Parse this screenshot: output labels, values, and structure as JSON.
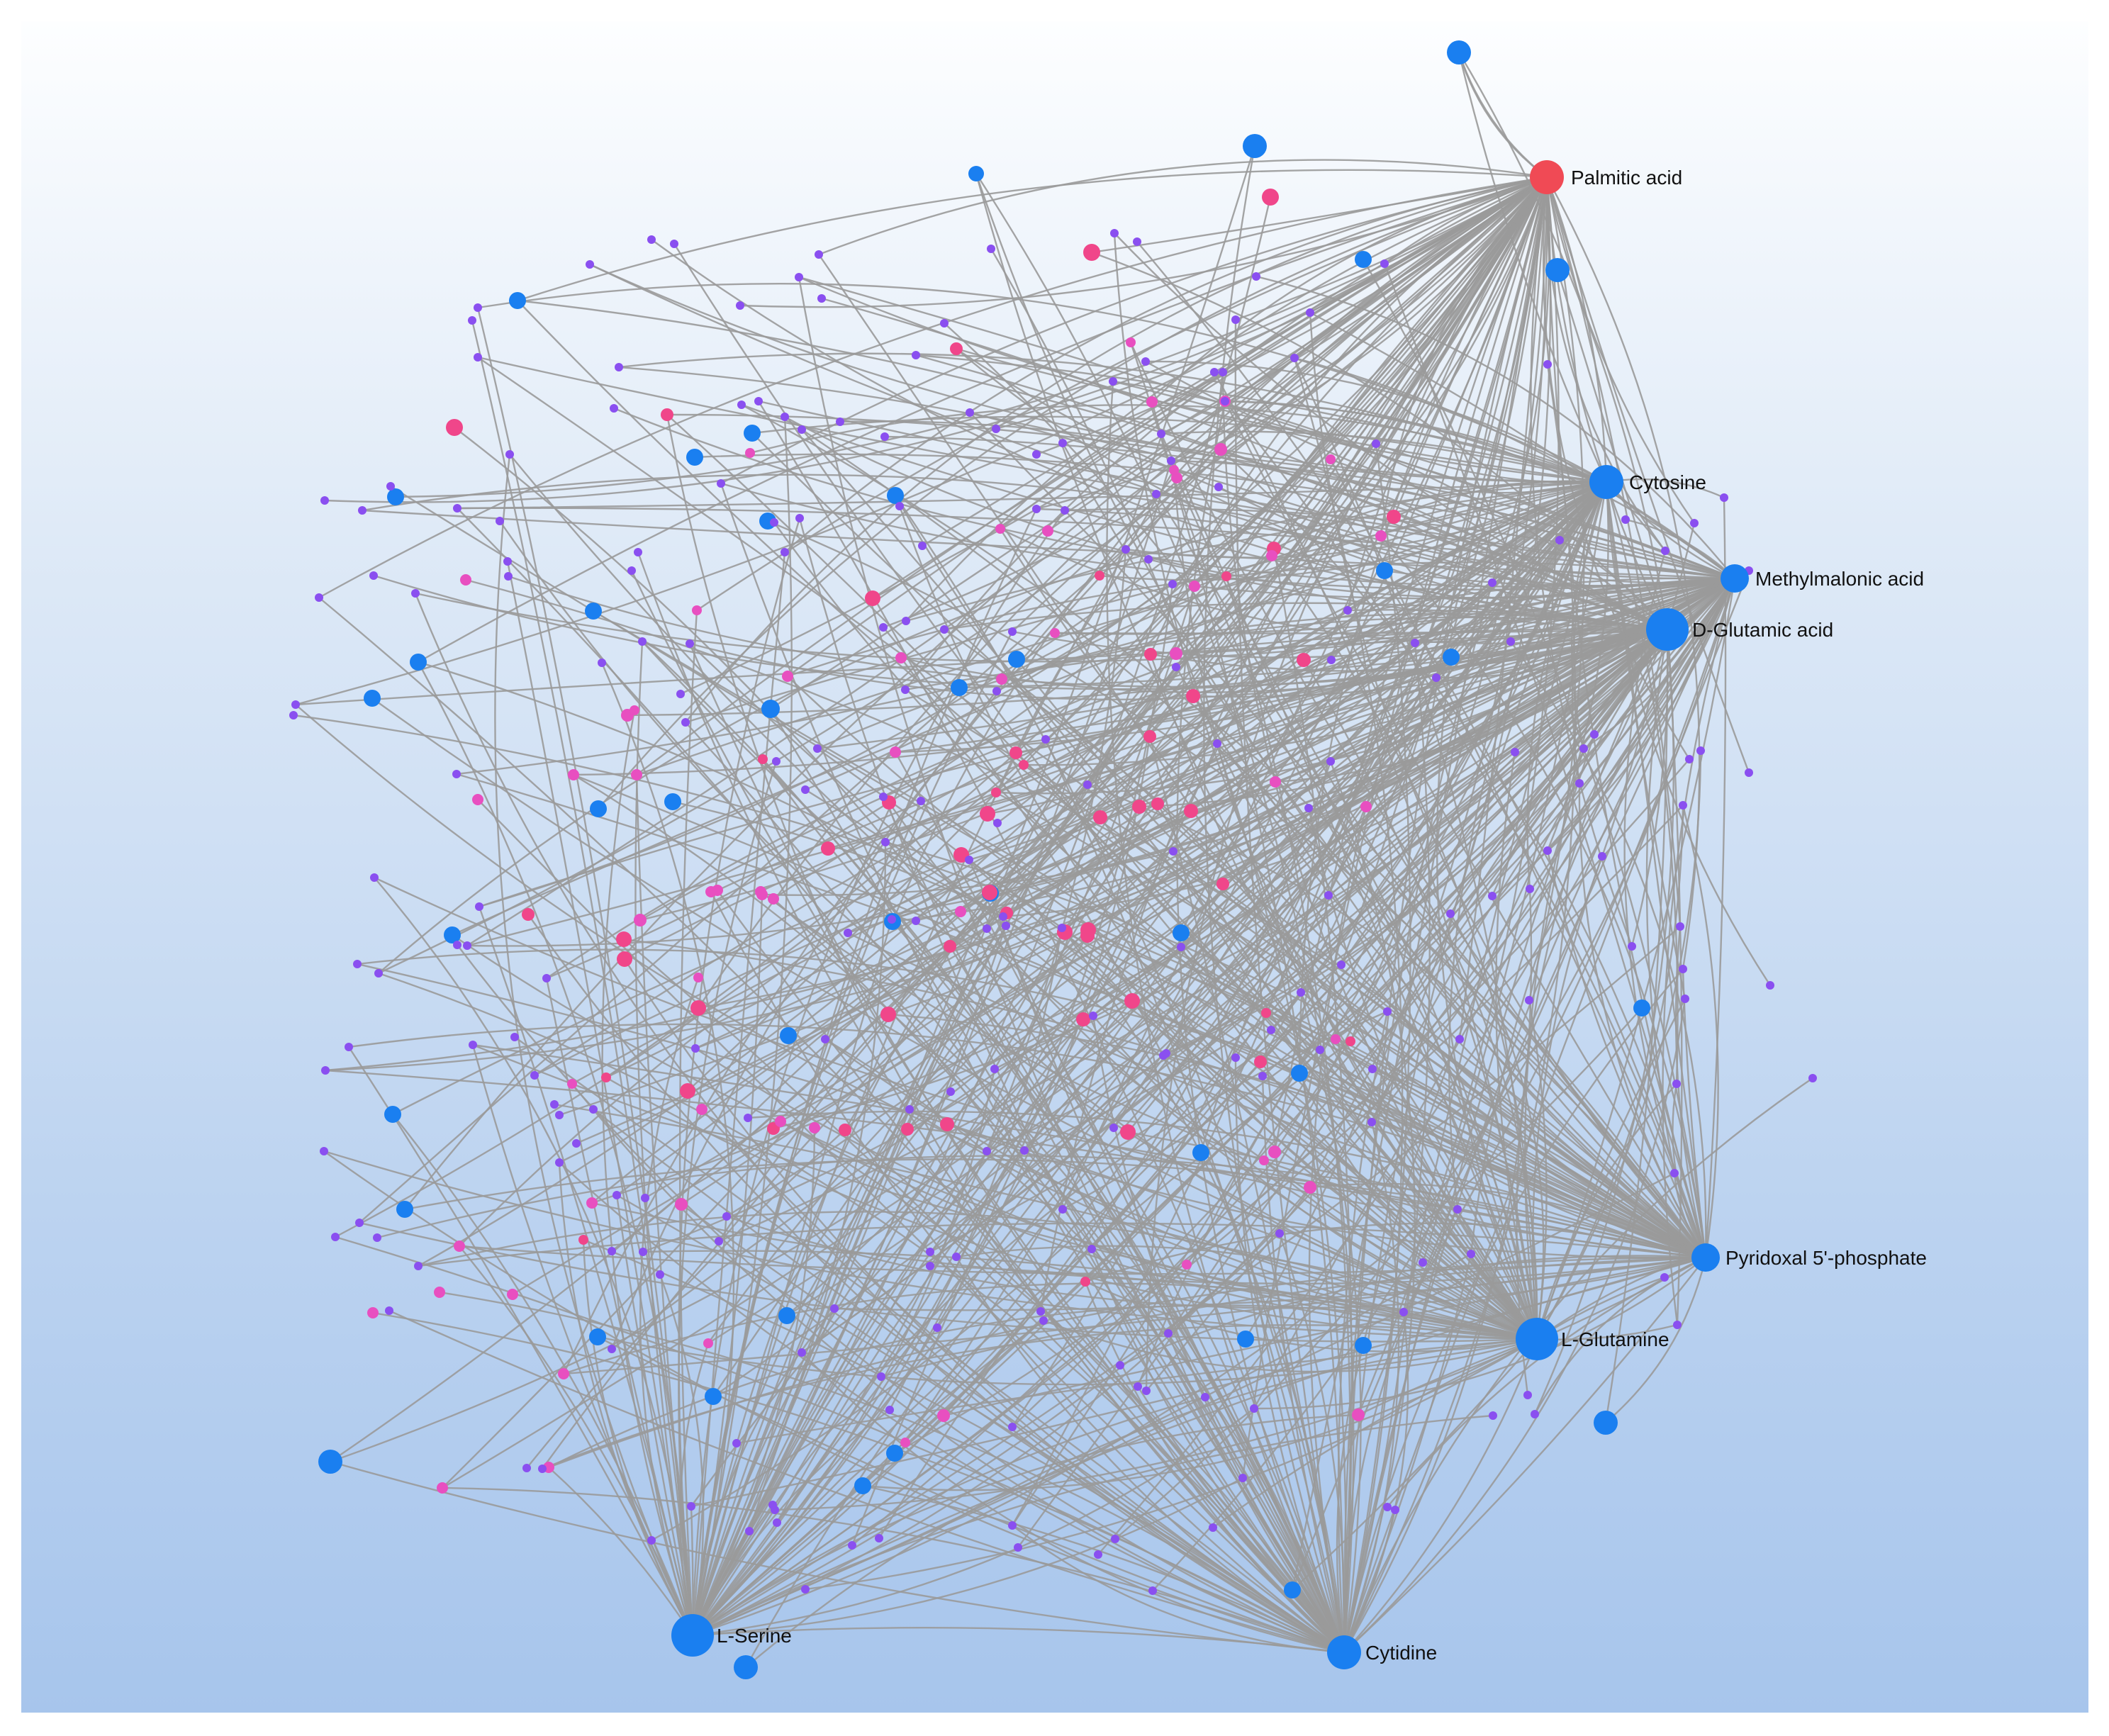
{
  "colors": {
    "background_top": "#fdfeff",
    "background_bottom": "#a7c5ec",
    "edge": "#9a9a9a",
    "blue_node": "#1a7ff0",
    "pink_node": "#f0468a",
    "magenta_node": "#e84fc0",
    "purple_node": "#8a4ff0",
    "red_node": "#f04a55"
  },
  "hubs": [
    {
      "label": "Palmitic acid",
      "color": "red"
    },
    {
      "label": "Cytosine",
      "color": "blue"
    },
    {
      "label": "Methylmalonic acid",
      "color": "blue"
    },
    {
      "label": "D-Glutamic acid",
      "color": "blue"
    },
    {
      "label": "Pyridoxal 5'-phosphate",
      "color": "blue"
    },
    {
      "label": "L-Glutamine",
      "color": "blue"
    },
    {
      "label": "L-Serine",
      "color": "blue"
    },
    {
      "label": "Cytidine",
      "color": "blue"
    }
  ]
}
